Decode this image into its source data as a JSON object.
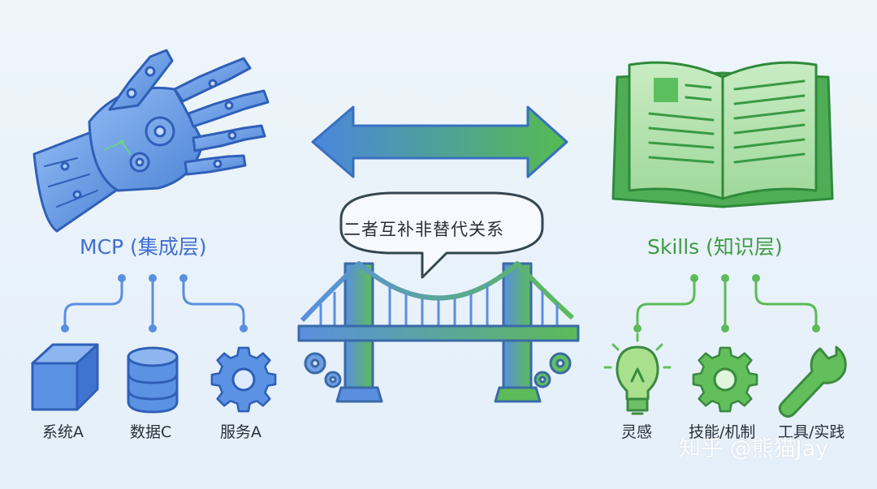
{
  "center": {
    "relation_text": "二者互补非替代关系",
    "arrow_colors": {
      "left": "#4a86df",
      "right": "#55bb50"
    }
  },
  "mcp": {
    "title": "MCP (集成层)",
    "color": "#3f6fd1",
    "icon": "robotic-hand-icon",
    "items": [
      {
        "label": "系统A",
        "icon": "cube-icon"
      },
      {
        "label": "数据C",
        "icon": "database-icon"
      },
      {
        "label": "服务A",
        "icon": "gear-icon"
      }
    ]
  },
  "skills": {
    "title": "Skills (知识层)",
    "color": "#3f9a44",
    "icon": "open-book-icon",
    "items": [
      {
        "label": "灵感",
        "icon": "lightbulb-icon"
      },
      {
        "label": "技能/机制",
        "icon": "gear-icon"
      },
      {
        "label": "工具/实践",
        "icon": "wrench-icon"
      }
    ]
  },
  "watermark": "知乎 @熊猫Jay"
}
